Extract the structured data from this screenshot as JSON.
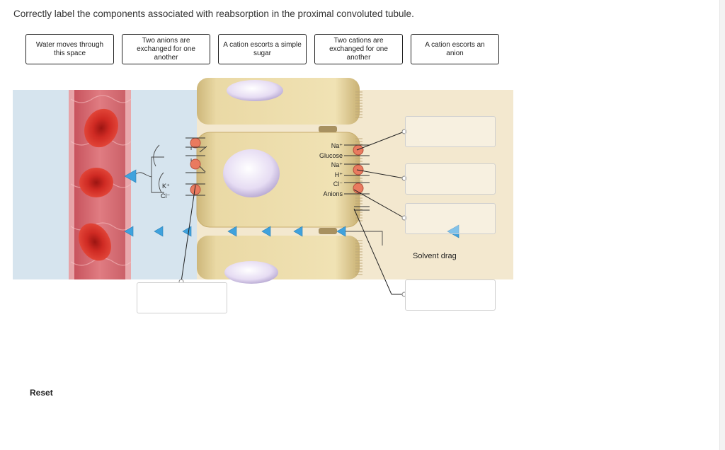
{
  "question": "Correctly label the components associated with reabsorption in the proximal convoluted tubule.",
  "labels": [
    {
      "text": "Water moves through this space"
    },
    {
      "text": "Two anions are exchanged for one another"
    },
    {
      "text": "A cation escorts a simple sugar"
    },
    {
      "text": "Two cations are exchanged for one another"
    },
    {
      "text": "A cation escorts an anion"
    }
  ],
  "diagram": {
    "ion_k": "K⁺",
    "ion_cl_left": "Cl⁻",
    "ion_na_top": "Na⁺",
    "ion_glucose": "Glucose",
    "ion_na_2": "Na⁺",
    "ion_h": "H⁺",
    "ion_cl_right": "Cl⁻",
    "ion_anions": "Anions"
  },
  "solvent_drag": "Solvent drag",
  "reset": "Reset",
  "colors": {
    "blood_bg": "#d6e4ee",
    "lumen_bg": "#f3e8cf",
    "cell": "#e8d9a6",
    "nucleus": "#e9e2f4",
    "rbc": "#d7302a",
    "arrow": "#3fa2dd",
    "pump": "#e97a5f"
  }
}
